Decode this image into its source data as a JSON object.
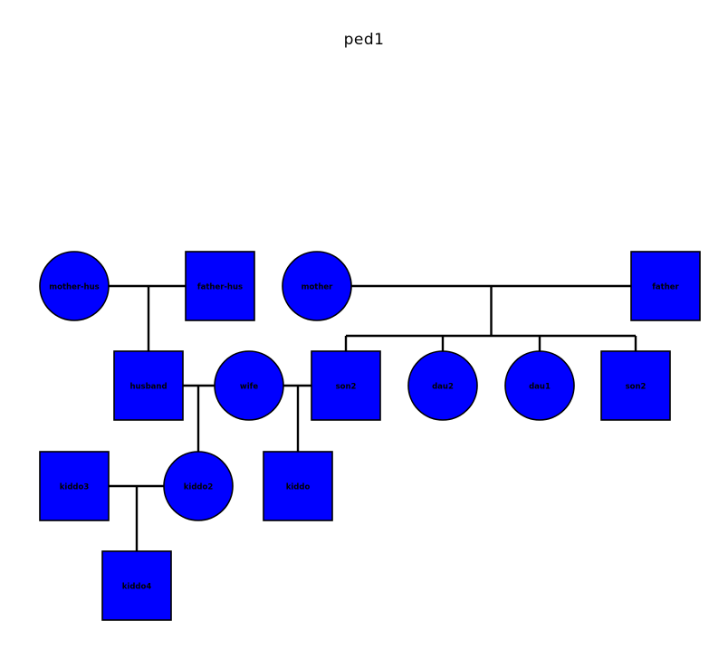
{
  "title": "ped1",
  "colors": {
    "fill": "#0000ff",
    "stroke": "#000000",
    "line": "#000000",
    "background": "#ffffff"
  },
  "individuals": [
    {
      "id": "mother-hus",
      "label": "mother-hus",
      "sex": "female"
    },
    {
      "id": "father-hus",
      "label": "father-hus",
      "sex": "male"
    },
    {
      "id": "mother",
      "label": "mother",
      "sex": "female"
    },
    {
      "id": "father",
      "label": "father",
      "sex": "male"
    },
    {
      "id": "husband",
      "label": "husband",
      "sex": "male"
    },
    {
      "id": "wife",
      "label": "wife",
      "sex": "female"
    },
    {
      "id": "son2a",
      "label": "son2",
      "sex": "male"
    },
    {
      "id": "dau2",
      "label": "dau2",
      "sex": "female"
    },
    {
      "id": "dau1",
      "label": "dau1",
      "sex": "female"
    },
    {
      "id": "son2b",
      "label": "son2",
      "sex": "male"
    },
    {
      "id": "kiddo3",
      "label": "kiddo3",
      "sex": "male"
    },
    {
      "id": "kiddo2",
      "label": "kiddo2",
      "sex": "female"
    },
    {
      "id": "kiddo",
      "label": "kiddo",
      "sex": "male"
    },
    {
      "id": "kiddo4",
      "label": "kiddo4",
      "sex": "male"
    }
  ],
  "families": [
    {
      "parents": [
        "mother-hus",
        "father-hus"
      ],
      "children": [
        "husband"
      ]
    },
    {
      "parents": [
        "mother",
        "father"
      ],
      "children": [
        "son2a",
        "dau2",
        "dau1",
        "son2b"
      ]
    },
    {
      "parents": [
        "husband",
        "wife"
      ],
      "children": [
        "kiddo2"
      ]
    },
    {
      "parents": [
        "wife",
        "son2a"
      ],
      "children": [
        "kiddo"
      ]
    },
    {
      "parents": [
        "kiddo3",
        "kiddo2"
      ],
      "children": [
        "kiddo4"
      ]
    }
  ]
}
